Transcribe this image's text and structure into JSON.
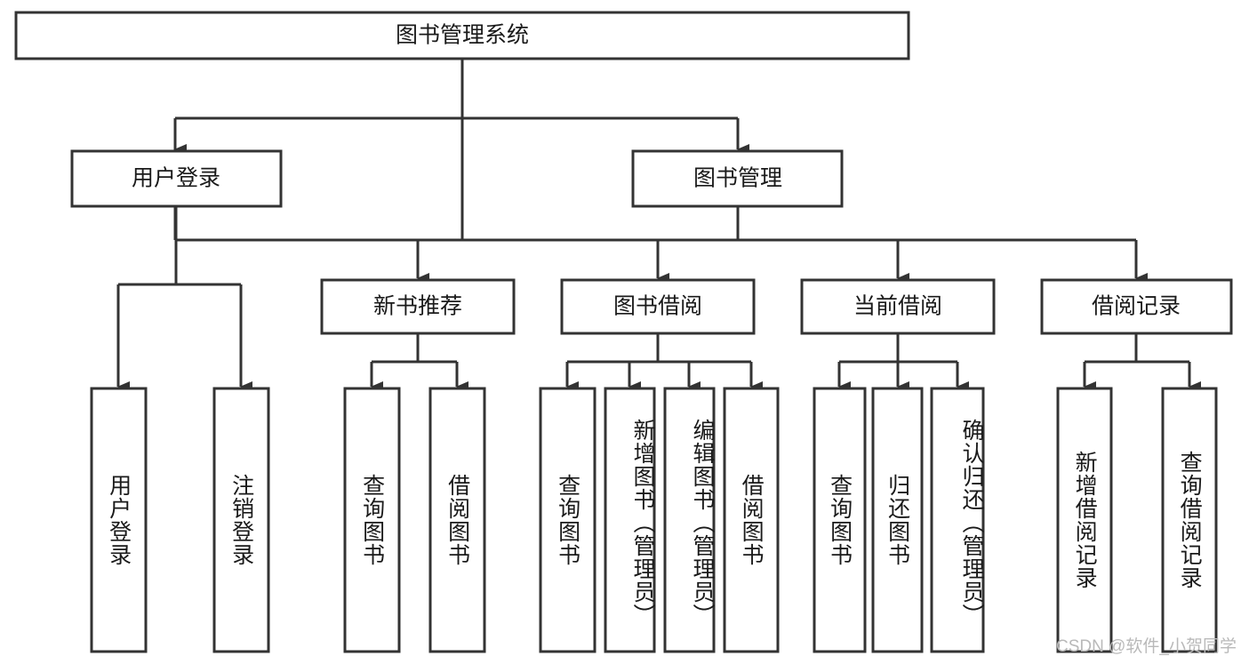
{
  "diagram": {
    "type": "tree-hierarchy-chart",
    "title": "图书管理系统",
    "background_color": "#ffffff",
    "line_color": "#333333",
    "text_color": "#1a1a1a",
    "root": {
      "label": "图书管理系统"
    },
    "level2": [
      {
        "label": "用户登录"
      },
      {
        "label": "图书管理"
      }
    ],
    "level3": [
      {
        "label": "新书推荐"
      },
      {
        "label": "图书借阅"
      },
      {
        "label": "当前借阅"
      },
      {
        "label": "借阅记录"
      }
    ],
    "leaves": {
      "user_login": [
        {
          "label": "用户登录"
        },
        {
          "label": "注销登录"
        }
      ],
      "new_book_recommend": [
        {
          "label": "查询图书"
        },
        {
          "label": "借阅图书"
        }
      ],
      "book_borrow": [
        {
          "label": "查询图书"
        },
        {
          "label": "新增图书（管理员）"
        },
        {
          "label": "编辑图书（管理员）"
        },
        {
          "label": "借阅图书"
        }
      ],
      "current_borrow": [
        {
          "label": "查询图书"
        },
        {
          "label": "归还图书"
        },
        {
          "label": "确认归还（管理员）"
        }
      ],
      "borrow_record": [
        {
          "label": "新增借阅记录"
        },
        {
          "label": "查询借阅记录"
        }
      ]
    }
  },
  "watermark": {
    "text": "CSDN @软件_小贺同学"
  }
}
